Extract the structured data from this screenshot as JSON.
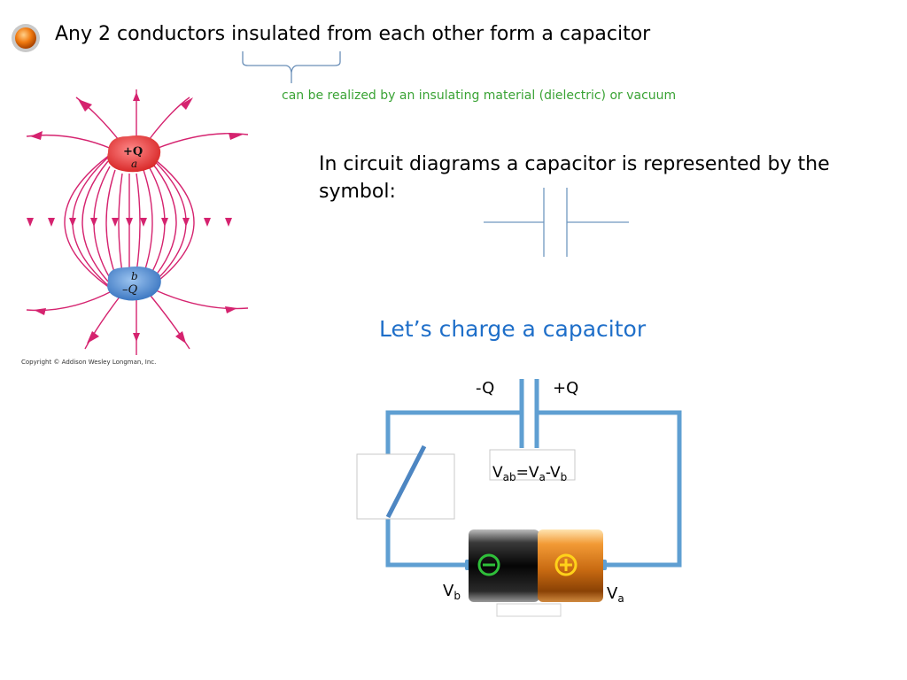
{
  "title": "Any 2 conductors insulated from each other form a capacitor",
  "dielectric_note": "can be realized by an insulating material (dielectric) or vacuum",
  "circuit_text": "In circuit diagrams a capacitor is represented by the symbol:",
  "charge_heading": "Let’s charge a capacitor",
  "field_figure": {
    "top_conductor_charge": "+Q",
    "top_conductor_label": "a",
    "bottom_conductor_charge": "–Q",
    "bottom_conductor_label": "b",
    "copyright": "Copyright © Addison Wesley Longman, Inc."
  },
  "circuit": {
    "neg_plate_label": "-Q",
    "pos_plate_label": "+Q",
    "vab_parts": [
      "V",
      "ab",
      "=V",
      "a",
      "-V",
      "b"
    ],
    "vb_parts": [
      "V",
      "b"
    ],
    "va_parts": [
      "V",
      "a"
    ],
    "battery_neg_symbol": "minus-sign",
    "battery_pos_symbol": "plus-sign"
  },
  "colors": {
    "field_lines": "#d5236f",
    "wire": "#5f9fd2",
    "heading": "#1f6fc9",
    "note": "#3aa335",
    "positive_conductor": "#e03a3a",
    "negative_conductor": "#4a83c9"
  }
}
